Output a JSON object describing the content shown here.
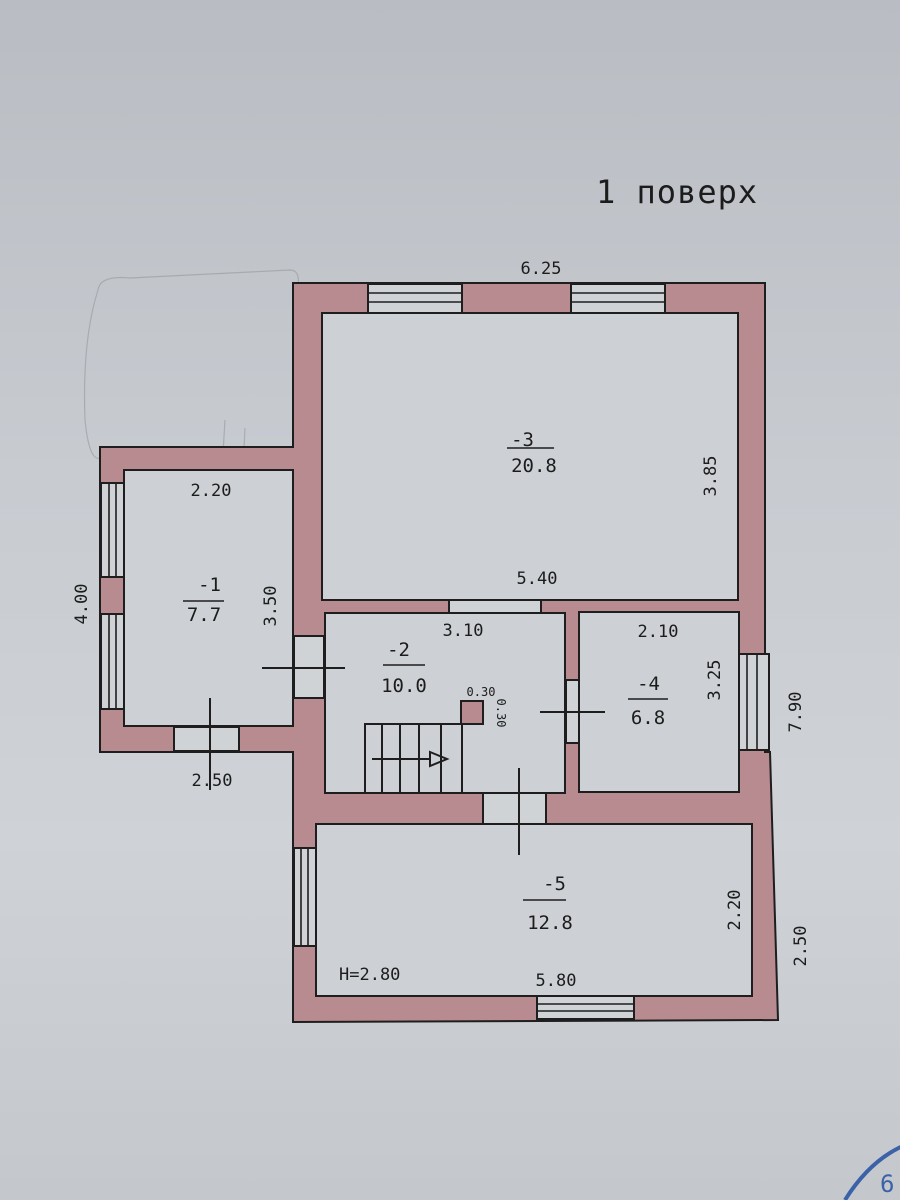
{
  "title": "1 поверх",
  "colors": {
    "wall": "#b88b91",
    "room": "#cdd0d4",
    "paper": "#c8ccd1",
    "ink": "#1e1e1e",
    "stamp": "#3b62a8"
  },
  "ceiling_height": "H=2.80",
  "overall_dimensions": {
    "top_width": "6.25",
    "left_wing_height": "4.00",
    "left_wing_bottom": "2.50",
    "right_upper": "7.90",
    "right_lower": "2.50"
  },
  "rooms": [
    {
      "number": "-1",
      "area": "7.7",
      "width": "2.20",
      "height": "3.50"
    },
    {
      "number": "-2",
      "area": "10.0",
      "width": "3.10",
      "column_width": "0.30",
      "column_depth": "0.30"
    },
    {
      "number": "-3",
      "area": "20.8",
      "width": "5.40",
      "height": "3.85"
    },
    {
      "number": "-4",
      "area": "6.8",
      "width": "2.10",
      "height": "3.25"
    },
    {
      "number": "-5",
      "area": "12.8",
      "width": "5.80",
      "height": "2.20"
    }
  ],
  "stamp_text": "6"
}
